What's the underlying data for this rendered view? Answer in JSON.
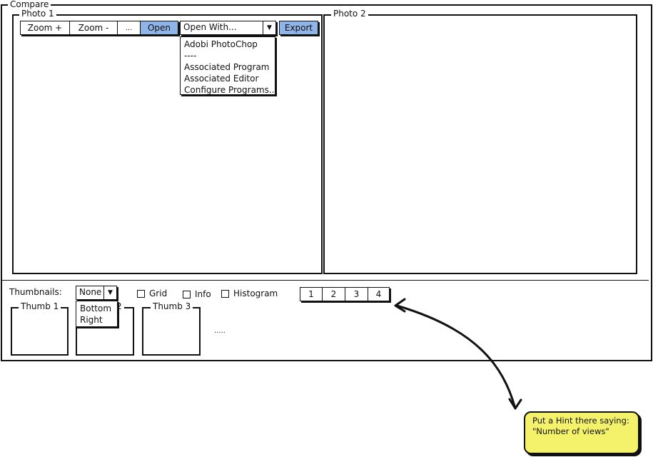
{
  "compare": {
    "title": "Compare",
    "photo1": {
      "title": "Photo 1",
      "toolbar": {
        "zoom_in": "Zoom +",
        "zoom_out": "Zoom -",
        "more": "...",
        "open": "Open",
        "open_with": {
          "value": "Open With...",
          "options": [
            "Adobi PhotoChop",
            "----",
            "Associated Program",
            "Associated Editor",
            "Configure Programs..."
          ]
        },
        "export": "Export"
      }
    },
    "photo2": {
      "title": "Photo 2"
    },
    "bottom": {
      "thumbnails_label": "Thumbnails:",
      "thumbnails_combo": {
        "value": "None",
        "options": [
          "Bottom",
          "Right"
        ]
      },
      "checkboxes": {
        "grid": "Grid",
        "info": "Info",
        "histogram": "Histogram"
      },
      "views": [
        "1",
        "2",
        "3",
        "4"
      ],
      "thumbs": {
        "t1": "Thumb 1",
        "t2_fragment": "2",
        "t3": "Thumb 3"
      },
      "ellipsis": "....."
    }
  },
  "hint": {
    "line1": "Put a Hint there saying:",
    "line2": "\"Number of views\"",
    "color": "#f4f26a"
  },
  "colors": {
    "accent": "#8fb4e8",
    "stroke": "#111111"
  }
}
